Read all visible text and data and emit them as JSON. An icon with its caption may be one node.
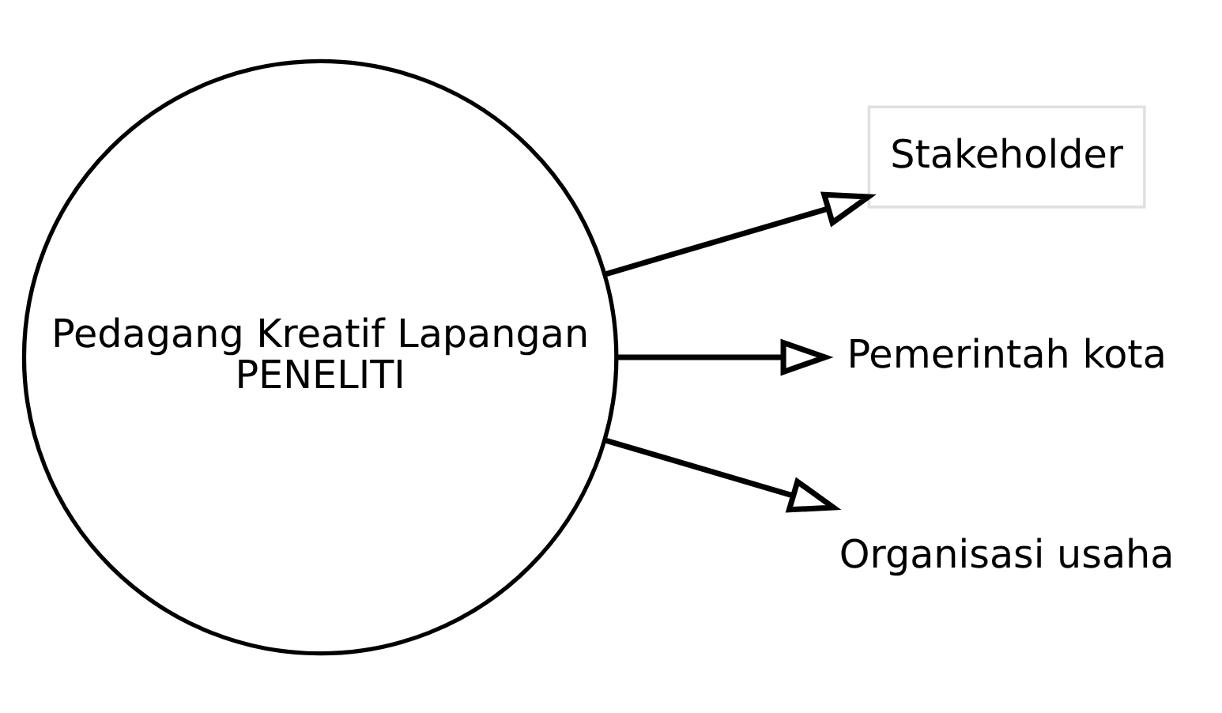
{
  "diagram": {
    "nodes": [
      {
        "text": [
          "Pedagang Kreatif Lapangan",
          "PENELITI"
        ]
      },
      {
        "text": [
          "Stakeholder"
        ]
      },
      {
        "text": [
          "Pemerintah kota"
        ]
      },
      {
        "text": [
          "Organisasi usaha"
        ]
      }
    ],
    "edges": [
      {
        "from": 0,
        "to": 1,
        "arrow": "to"
      },
      {
        "from": 0,
        "to": 2,
        "arrow": "to"
      },
      {
        "from": 0,
        "to": 3,
        "arrow": "to"
      }
    ]
  }
}
